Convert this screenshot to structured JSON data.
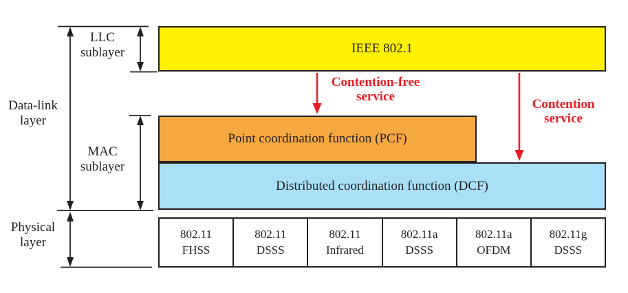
{
  "colors": {
    "yellow": "#FFF100",
    "orange": "#F7A941",
    "blue": "#AAE0F7",
    "red": "#EC1C24",
    "ink": "#231F20"
  },
  "stack": {
    "llc_box": "IEEE 802.1",
    "pcf_box": "Point coordination function (PCF)",
    "dcf_box": "Distributed coordination function (DCF)"
  },
  "services": {
    "contention_free": "Contention-free\nservice",
    "contention": "Contention\nservice"
  },
  "side_labels": {
    "datalink": "Data-link\nlayer",
    "llc": "LLC\nsublayer",
    "mac": "MAC\nsublayer",
    "physical": "Physical\nlayer"
  },
  "phy_cells": [
    "802.11\nFHSS",
    "802.11\nDSSS",
    "802.11\nInfrared",
    "802.11a\nDSSS",
    "802.11a\nOFDM",
    "802.11g\nDSSS"
  ]
}
